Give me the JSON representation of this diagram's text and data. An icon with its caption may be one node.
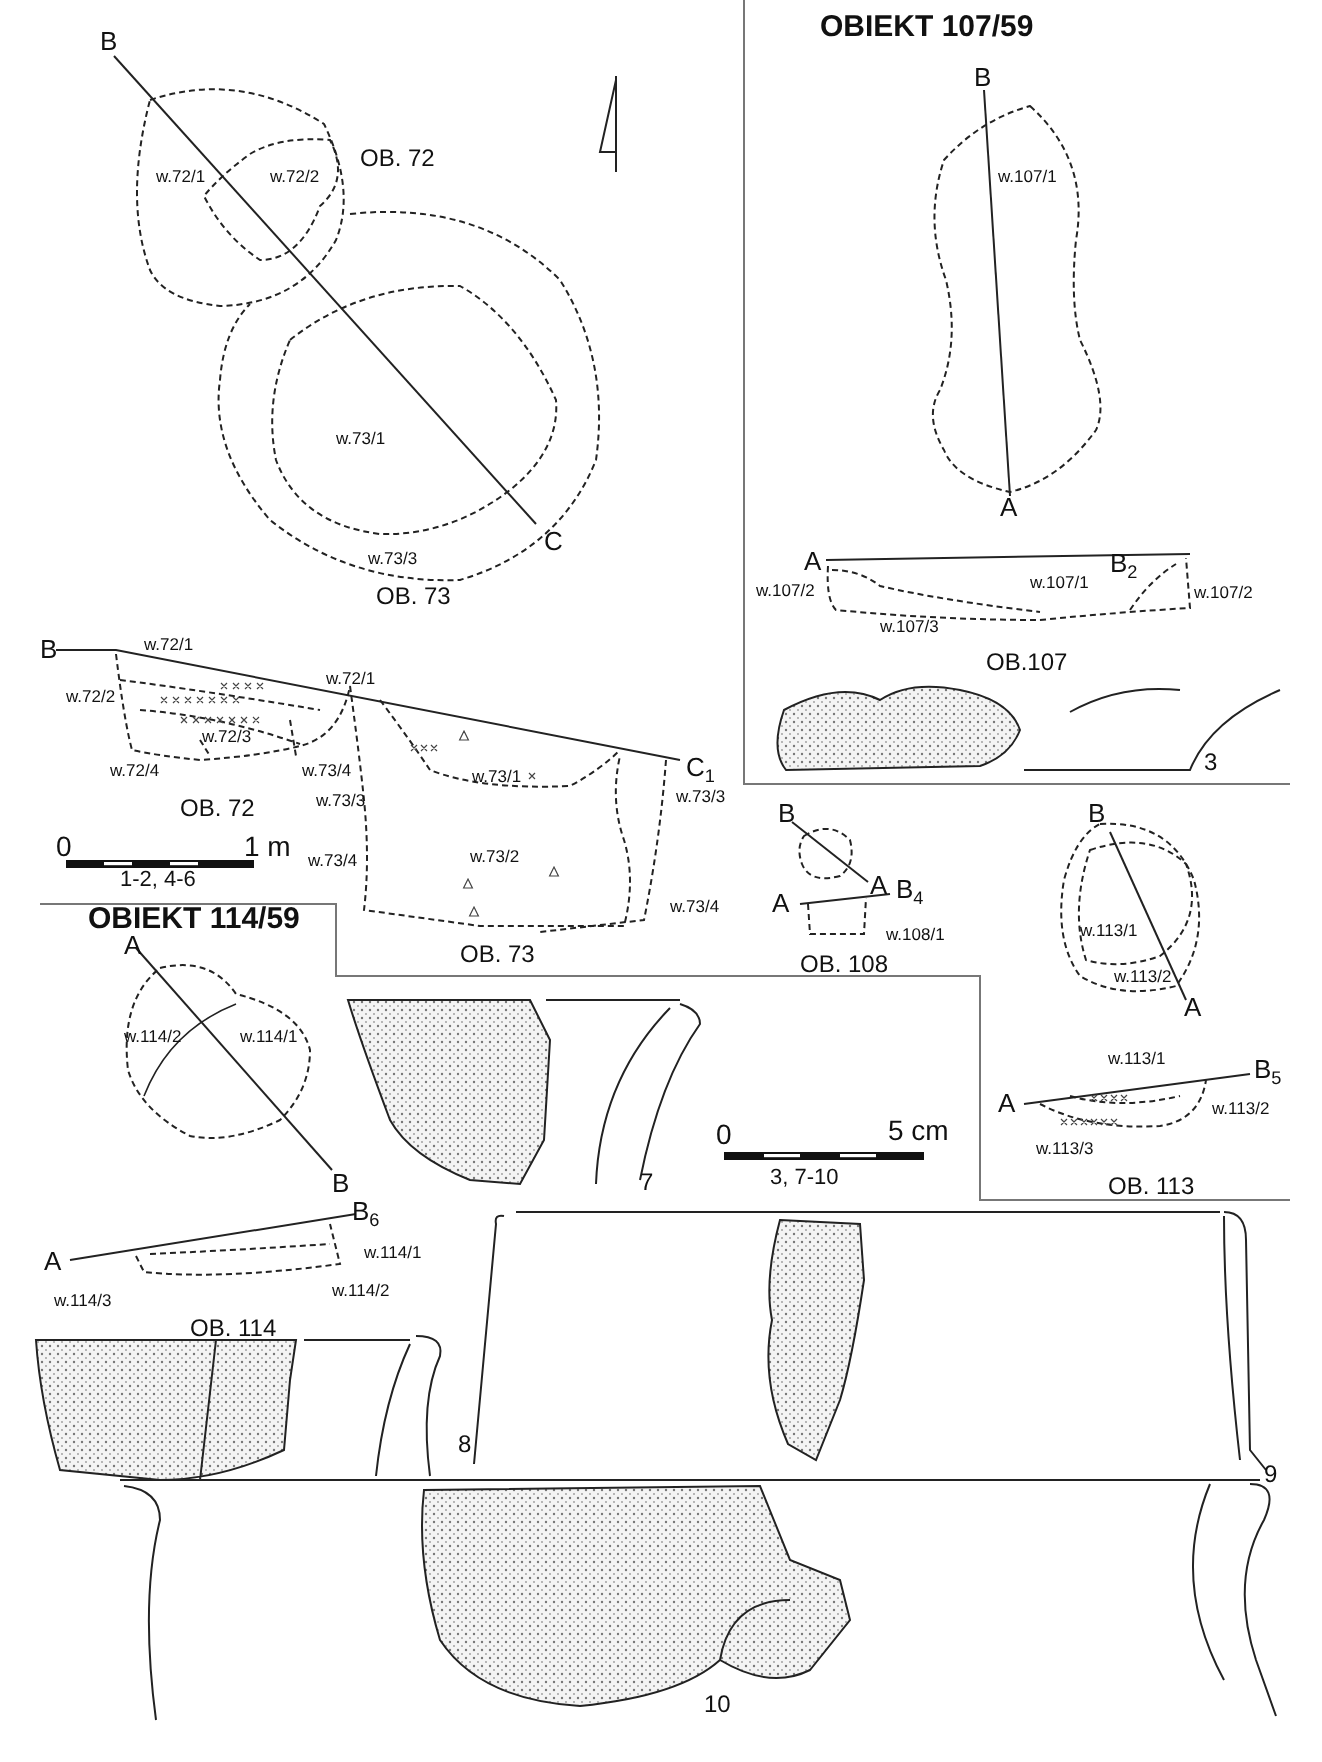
{
  "diagram": {
    "labels": [
      "B",
      "OBIEKT 107/59",
      "B",
      "w.72/1",
      "w.72/2",
      "OB. 72",
      "w.107/1",
      "w.73/1",
      "C",
      "w.73/3",
      "A",
      "OB. 73",
      "A",
      "B$_{2}$",
      "w.107/2",
      "w.107/1",
      "w.107/2",
      "w.107/3",
      "w.72/1",
      "B",
      "OB.107",
      "w.72/2",
      "w.72/1",
      "w.72/3",
      "w.73/4",
      "w.72/4",
      "w.73/1",
      "C$_{1}$",
      "w.73/3",
      "w.73/3",
      "3",
      "OB. 72",
      "0",
      "1 m",
      "1-2, 4-6",
      "w.73/4",
      "w.73/2",
      "w.73/4",
      "OB. 73",
      "B",
      "A",
      "B$_{4}$",
      "A",
      "w.108/1",
      "OB. 108",
      "B",
      "w.113/1",
      "w.113/2",
      "A",
      "OBIEKT 114/59",
      "A",
      "w.114/2",
      "w.114/1",
      "B",
      "0",
      "5 cm",
      "3, 7-10",
      "w.113/1",
      "B$_{5}$",
      "A",
      "w.113/2",
      "w.113/3",
      "OB. 113",
      "7",
      "B$_{6}$",
      "A",
      "w.114/1",
      "w.114/3",
      "w.114/2",
      "OB. 114",
      "8",
      "9",
      "10"
    ]
  }
}
